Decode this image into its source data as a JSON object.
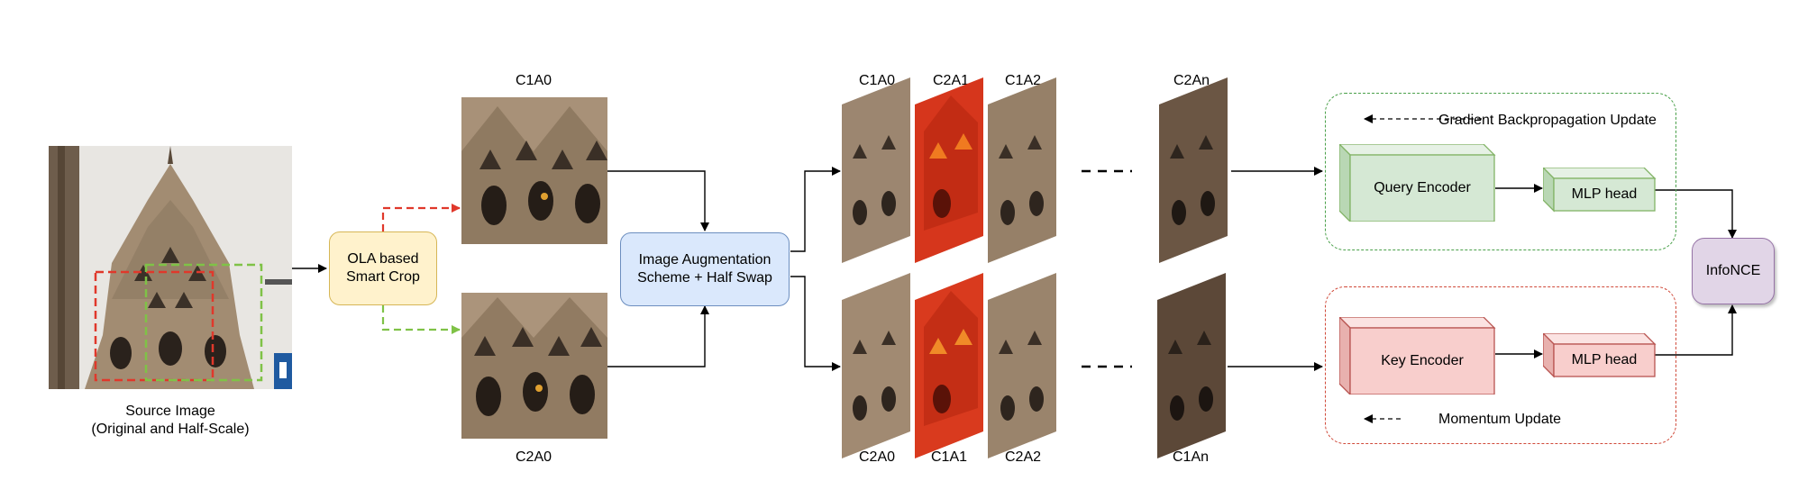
{
  "source": {
    "caption_line1": "Source Image",
    "caption_line2": "(Original and Half-Scale)"
  },
  "smart_crop": {
    "label_line1": "OLA based",
    "label_line2": "Smart Crop"
  },
  "crops": {
    "top_label": "C1A0",
    "bottom_label": "C2A0"
  },
  "augment": {
    "label_line1": "Image Augmentation",
    "label_line2": "Scheme + Half Swap"
  },
  "views_top": [
    "C1A0",
    "C2A1",
    "C1A2",
    "C2An"
  ],
  "views_bottom": [
    "C2A0",
    "C1A1",
    "C2A2",
    "C1An"
  ],
  "query_branch": {
    "update_label": "Gradient Backpropagation Update",
    "encoder_label": "Query Encoder",
    "head_label": "MLP head"
  },
  "key_branch": {
    "update_label": "Momentum Update",
    "encoder_label": "Key Encoder",
    "head_label": "MLP head"
  },
  "loss": {
    "label": "InfoNCE"
  },
  "colors": {
    "red_dash": "#e0382b",
    "green_dash": "#7fc247",
    "smart_crop_fill": "#fff2cc",
    "augment_fill": "#dae8fc",
    "query_fill": "#d5e8d4",
    "key_fill": "#f8cecc",
    "loss_fill": "#e1d5e7"
  }
}
